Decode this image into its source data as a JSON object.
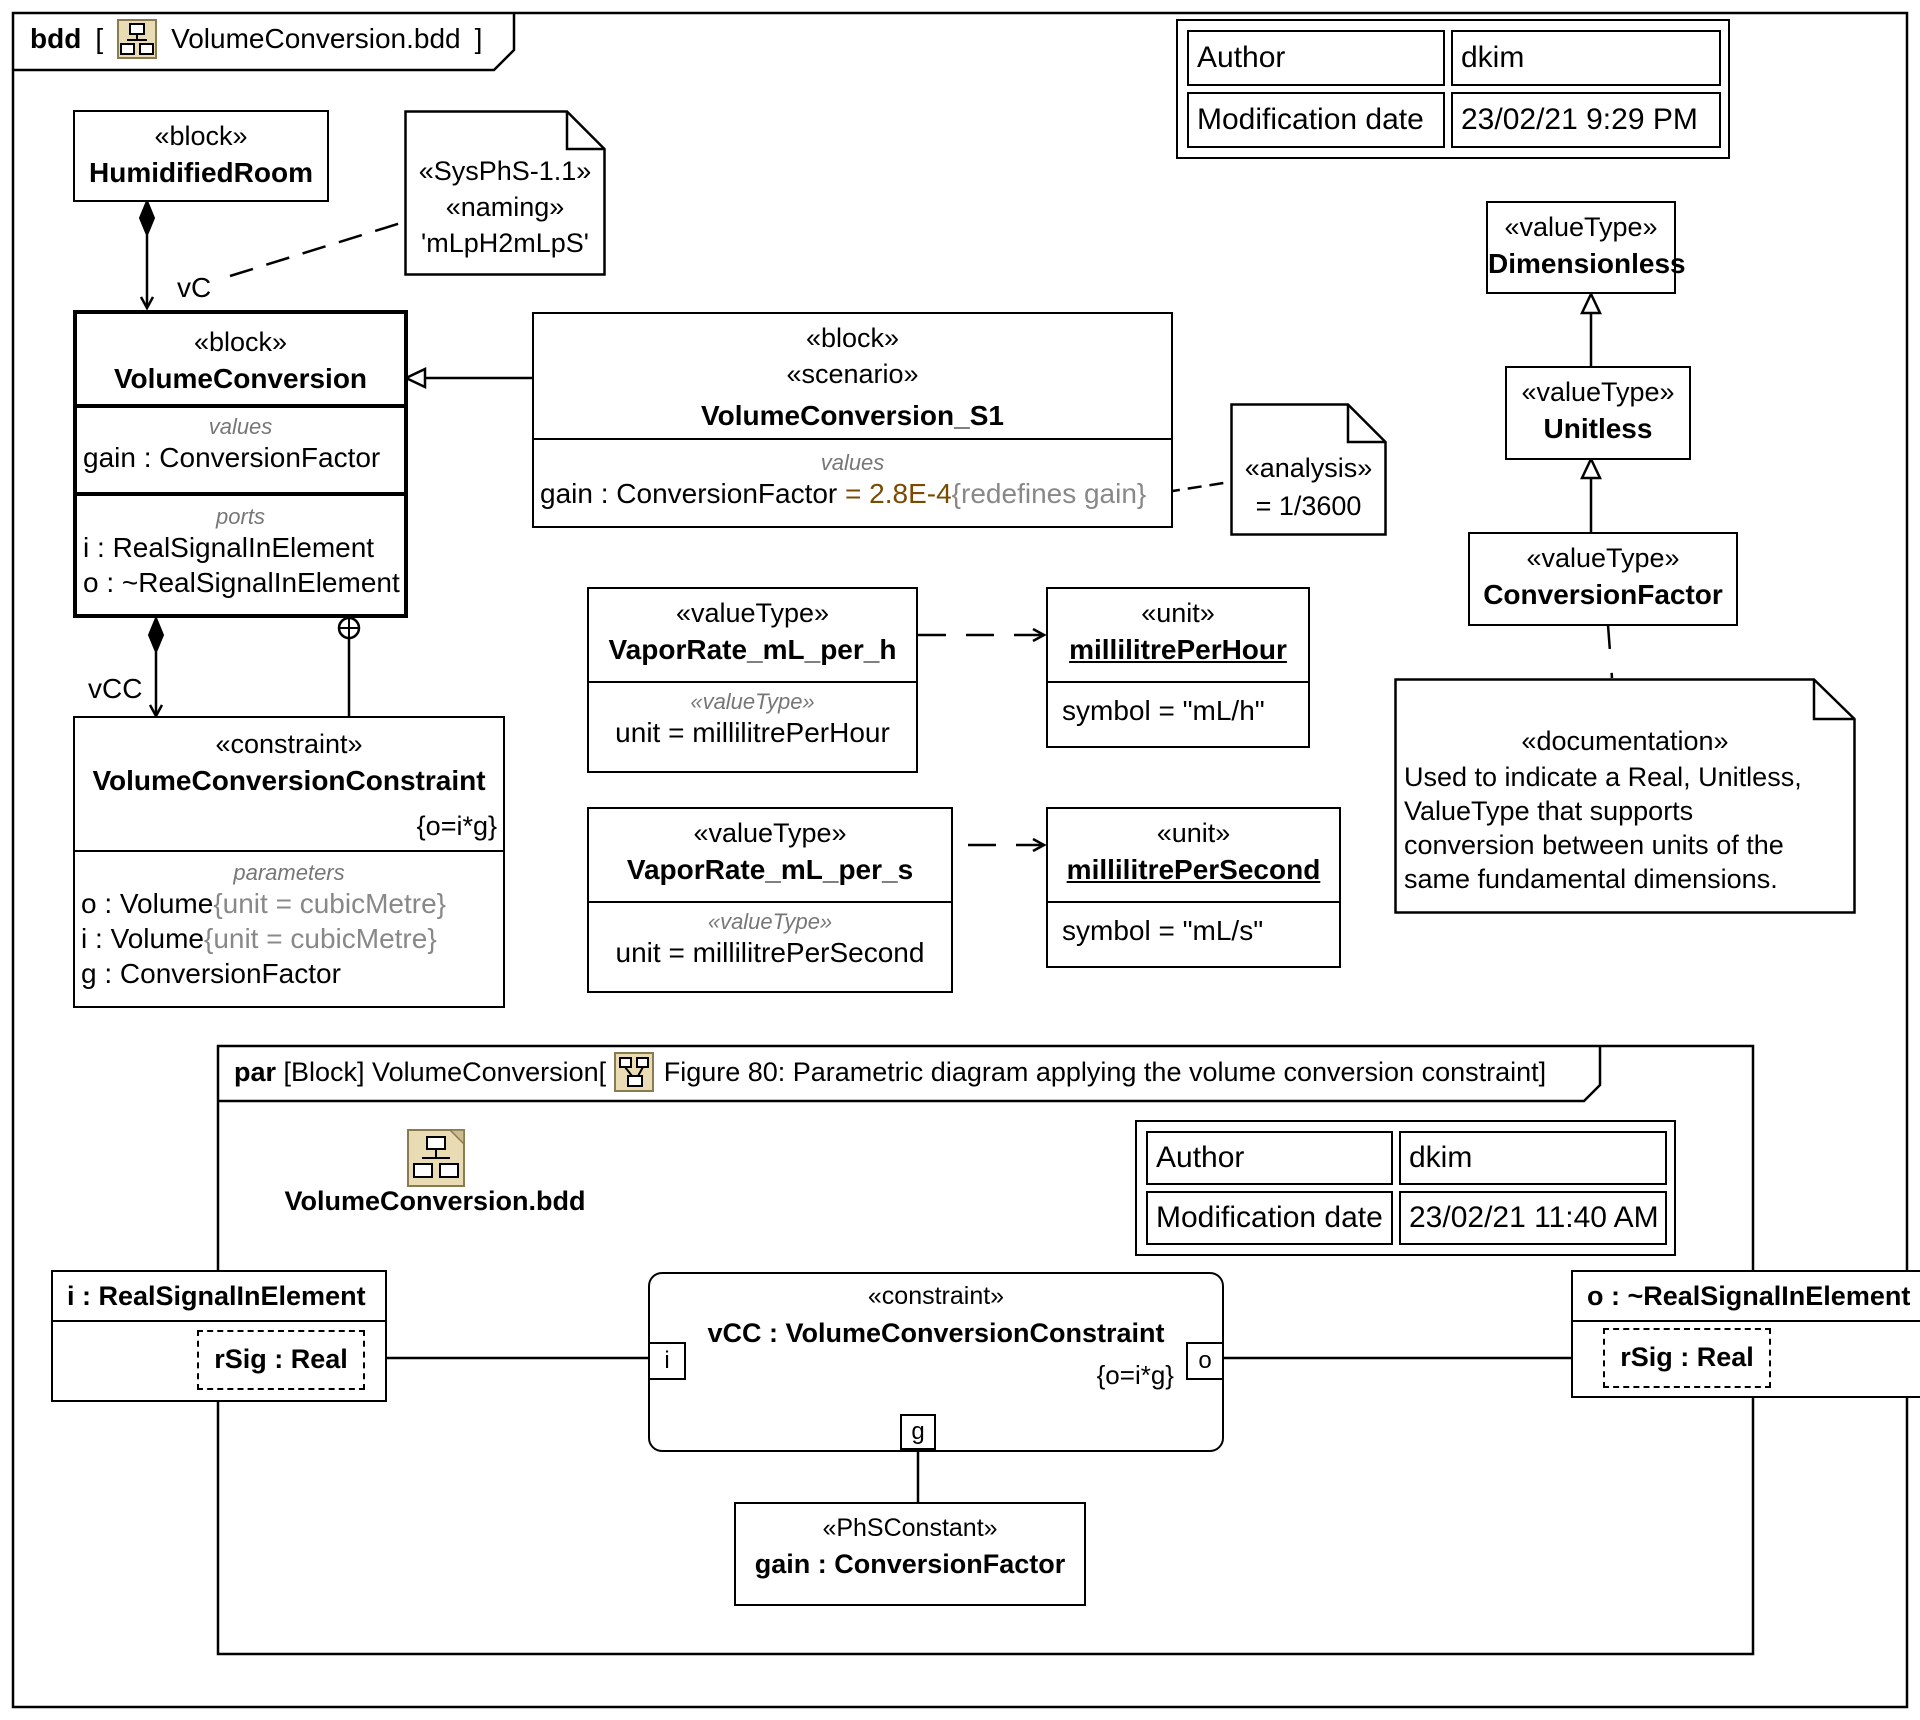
{
  "frame": {
    "kind": "bdd",
    "name": "VolumeConversion.bdd",
    "bracket_open": "[",
    "bracket_close": "]"
  },
  "info_table": {
    "author_label": "Author",
    "author_value": "dkim",
    "date_label": "Modification date",
    "date_value": "23/02/21 9:29 PM"
  },
  "humidified_room": {
    "stereotype": "«block»",
    "name": "HumidifiedRoom"
  },
  "naming_note": {
    "stereotype1": "«SysPhS-1.1»",
    "stereotype2": "«naming»",
    "value": "'mLpH2mLpS'"
  },
  "vc_role": "vC",
  "vcc_role": "vCC",
  "volume_conversion": {
    "stereotype": "«block»",
    "name": "VolumeConversion",
    "values_label": "values",
    "value_name": "gain",
    "value_type": " : ConversionFactor",
    "ports_label": "ports",
    "port1_name": "i",
    "port1_type": " : RealSignalInElement",
    "port2_name": "o",
    "port2_type": " : ~RealSignalInElement"
  },
  "scenario": {
    "stereotype1": "«block»",
    "stereotype2": "«scenario»",
    "name": "VolumeConversion_S1",
    "values_label": "values",
    "value_name": "gain",
    "value_type": " : ConversionFactor",
    "value_default": " = 2.8E-4",
    "value_redefines": "{redefines gain}"
  },
  "analysis_note": {
    "stereotype": "«analysis»",
    "text": "= 1/3600"
  },
  "constraint_block": {
    "stereotype": "«constraint»",
    "name": "VolumeConversionConstraint",
    "expression": "{o=i*g}",
    "params_label": "parameters",
    "p1_name": "o",
    "p1_type": " : Volume",
    "p1_unit": "{unit = cubicMetre}",
    "p2_name": "i",
    "p2_type": " : Volume",
    "p2_unit": "{unit = cubicMetre}",
    "p3_name": "g",
    "p3_type": " : ConversionFactor"
  },
  "vaporrate_h": {
    "stereotype": "«valueType»",
    "name": "VaporRate_mL_per_h",
    "section_label": "«valueType»",
    "unit_line": "unit = millilitrePerHour"
  },
  "vaporrate_s": {
    "stereotype": "«valueType»",
    "name": "VaporRate_mL_per_s",
    "section_label": "«valueType»",
    "unit_line": "unit = millilitrePerSecond"
  },
  "unit_h": {
    "stereotype": "«unit»",
    "name": "millilitrePerHour",
    "symbol": "symbol = \"mL/h\""
  },
  "unit_s": {
    "stereotype": "«unit»",
    "name": "millilitrePerSecond",
    "symbol": "symbol = \"mL/s\""
  },
  "dimensionless": {
    "stereotype": "«valueType»",
    "name": "Dimensionless"
  },
  "unitless": {
    "stereotype": "«valueType»",
    "name": "Unitless"
  },
  "conversion_factor": {
    "stereotype": "«valueType»",
    "name": "ConversionFactor"
  },
  "doc_note": {
    "stereotype": "«documentation»",
    "line1": "Used to indicate a Real, Unitless,",
    "line2": "ValueType that supports",
    "line3": "conversion between units of the",
    "line4": "same fundamental dimensions."
  },
  "par_frame": {
    "kind": "par",
    "context": " [Block] VolumeConversion[ ",
    "title": "Figure 80: Parametric diagram applying the volume conversion constraint",
    "bracket_close": "]"
  },
  "diagram_link": {
    "name": "VolumeConversion.bdd"
  },
  "par_info_table": {
    "author_label": "Author",
    "author_value": "dkim",
    "date_label": "Modification date",
    "date_value": "23/02/21 11:40 AM"
  },
  "port_i": {
    "name": "i : RealSignalInElement",
    "signal": "rSig : Real"
  },
  "port_o": {
    "name": "o : ~RealSignalInElement",
    "signal": "rSig : Real"
  },
  "vcc_property": {
    "stereotype": "«constraint»",
    "name": "vCC : VolumeConversionConstraint",
    "expression": "{o=i*g}",
    "pin_i": "i",
    "pin_o": "o",
    "pin_g": "g"
  },
  "gain_constant": {
    "stereotype": "«PhSConstant»",
    "name": "gain : ConversionFactor"
  }
}
